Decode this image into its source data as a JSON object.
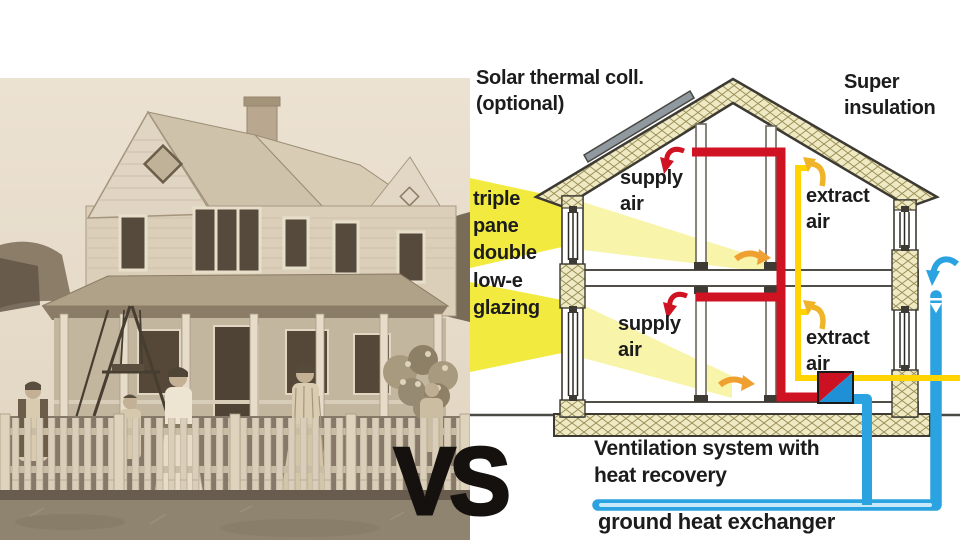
{
  "vs_label": "VS",
  "diagram": {
    "labels": {
      "solar": [
        "Solar thermal coll.",
        "(optional)"
      ],
      "super_insulation": [
        "Super",
        "insulation"
      ],
      "glazing": [
        "triple",
        "pane",
        "double",
        "low-e",
        "glazing"
      ],
      "supply_air_upper": [
        "supply",
        "air"
      ],
      "extract_air_upper": [
        "extract",
        "air"
      ],
      "supply_air_lower": [
        "supply",
        "air"
      ],
      "extract_air_lower": [
        "extract",
        "air"
      ],
      "ventilation": [
        "Ventilation system with",
        "heat recovery"
      ],
      "ground_heat_exchanger": [
        "ground heat exchanger"
      ]
    },
    "colors": {
      "supply_duct": "#cf1322",
      "extract_duct": "#ffd400",
      "extract_arrow": "#f0b429",
      "room_arrow": "#f0a030",
      "fresh_air_pipe": "#2aa3e0",
      "sun_ray": "#f2ea3f",
      "sun_ray_inside": "#f7f3a2",
      "insulation_fill": "#efe9c4",
      "heat_exchanger_red": "#cc1122",
      "heat_exchanger_blue": "#1f8fd6",
      "outline": "#3c3a33"
    }
  }
}
